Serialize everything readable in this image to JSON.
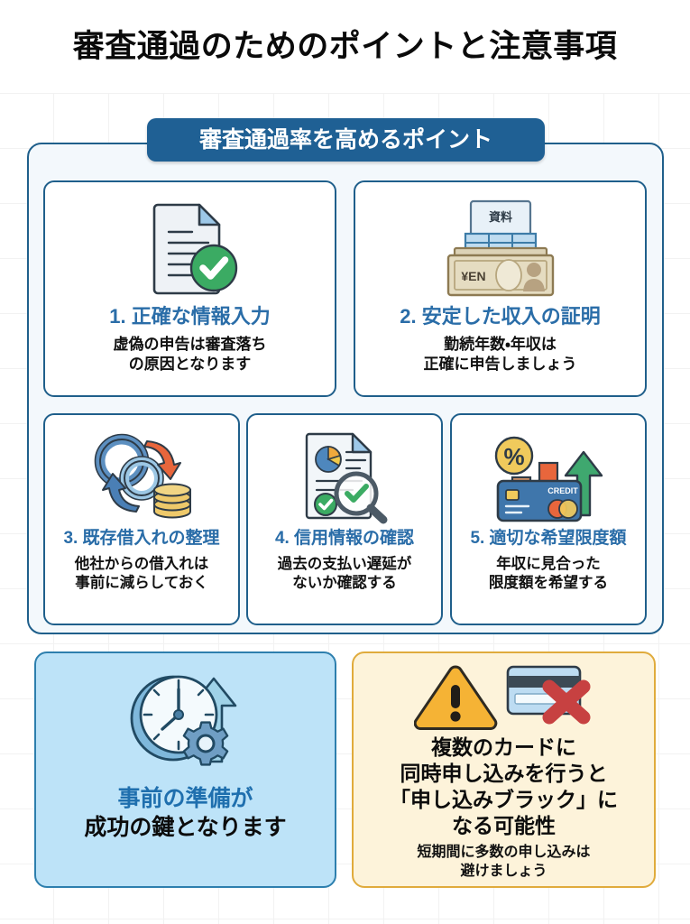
{
  "header": {
    "title": "審査通過のためのポイントと注意事項"
  },
  "points_section": {
    "banner_label": "審査通過率を高めるポイント",
    "cards": [
      {
        "number": "1.",
        "title": "1. 正確な情報入力",
        "desc_line1": "虚偽の申告は審査落ち",
        "desc_line2": "の原因となります",
        "icon": "document-check-icon"
      },
      {
        "number": "2.",
        "title": "2. 安定した収入の証明",
        "desc_line1": "勤続年数・年収は",
        "desc_line2": "正確に申告しましょう",
        "icon": "money-documents-icon",
        "icon_labels": {
          "document_label": "資料",
          "bill_label": "¥EN"
        }
      },
      {
        "number": "3.",
        "title": "3. 既存借入れの整理",
        "desc_line1": "他社からの借入れは",
        "desc_line2": "事前に減らしておく",
        "icon": "refinance-coins-icon"
      },
      {
        "number": "4.",
        "title": "4. 信用情報の確認",
        "desc_line1": "過去の支払い遅延が",
        "desc_line2": "ないか確認する",
        "icon": "report-magnifier-icon"
      },
      {
        "number": "5.",
        "title": "5. 適切な希望限度額",
        "desc_line1": "年収に見合った",
        "desc_line2": "限度額を希望する",
        "icon": "credit-card-growth-icon",
        "icon_labels": {
          "card_label": "CREDIT",
          "badge_label": "%"
        }
      }
    ]
  },
  "bottom_left_panel": {
    "icon": "clock-gear-arrow-icon",
    "line1": "事前の準備が",
    "line2": "成功の鍵となります"
  },
  "bottom_right_panel": {
    "icon_warning": "warning-triangle-icon",
    "icon_card_blocked": "card-rejected-icon",
    "heading_line1": "複数のカードに",
    "heading_line2": "同時申し込みを行うと",
    "heading_line3": "「申し込みブラック」に",
    "heading_line4": "なる可能性",
    "sub_line1": "短期間に多数の申し込みは",
    "sub_line2": "避けましょう"
  },
  "colors": {
    "banner_blue": "#1f6094",
    "panel_border_blue": "#1f5f8b",
    "panel_fill_blue": "#f3f8fc",
    "title_blue": "#2a6da8",
    "bottom_left_fill": "#bde3f8",
    "bottom_right_fill": "#fdf3da",
    "bottom_right_border": "#e0ab3c",
    "check_green": "#3bab63",
    "warning_yellow": "#f5b335",
    "reject_red": "#c74141",
    "text_black": "#0c0c0c"
  }
}
